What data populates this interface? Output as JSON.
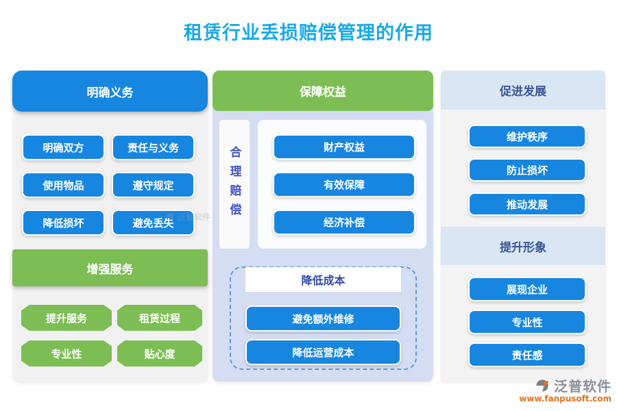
{
  "title": "租赁行业丢损赔偿管理的作用",
  "colors": {
    "title_blue": "#18A9E9",
    "button_blue": "#1786E0",
    "green": "#7CBE53",
    "mid_panel_bg": "#D4DDF1",
    "band_bg": "#D9E6F4",
    "band_text": "#3A5693",
    "vertical_text_blue": "#4053C0",
    "cost_text_blue": "#3249A8",
    "dashed_border": "#5B9BD5",
    "logo_orange": "#E8701A"
  },
  "left_panel": {
    "header1": "明确义务",
    "group1_items": [
      "明确双方",
      "责任与义务",
      "使用物品",
      "遵守规定",
      "降低损坏",
      "避免丢失"
    ],
    "header2": "增强服务",
    "group2_items": [
      "提升服务",
      "租赁过程",
      "专业性",
      "贴心度"
    ]
  },
  "middle_panel": {
    "header": "保障权益",
    "vertical_label": "合理赔偿",
    "rights_items": [
      "财产权益",
      "有效保障",
      "经济补偿"
    ],
    "cost_header": "降低成本",
    "cost_items": [
      "避免额外维修",
      "降低运营成本"
    ]
  },
  "right_panel": {
    "section1": {
      "header": "促进发展",
      "items": [
        "维护秩序",
        "防止损坏",
        "推动发展"
      ]
    },
    "section2": {
      "header": "提升形象",
      "items": [
        "展现企业",
        "专业性",
        "责任感"
      ]
    }
  },
  "branding": {
    "brand": "泛普软件",
    "url": "www.fanpusoft.com"
  }
}
